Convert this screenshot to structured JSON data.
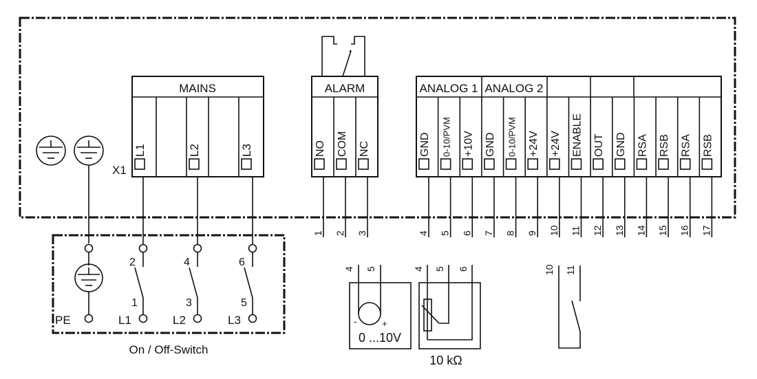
{
  "diagram": {
    "connector_label": "X1",
    "mains": {
      "title": "MAINS",
      "terminals": [
        "L1",
        "",
        "L2",
        "",
        "L3"
      ]
    },
    "alarm": {
      "title": "ALARM",
      "terminals": [
        "NO",
        "COM",
        "NC"
      ],
      "numbers": [
        "1",
        "2",
        "3"
      ]
    },
    "control": {
      "groups": [
        "ANALOG 1",
        "ANALOG 2",
        "",
        "",
        ""
      ],
      "terminals": [
        "GND",
        "0-10/PVM",
        "+10V",
        "GND",
        "0-10/PVM",
        "+24V",
        "+24V",
        "ENABLE",
        "OUT",
        "GND",
        "RSA",
        "RSB",
        "RSA",
        "RSB"
      ],
      "numbers": [
        "4",
        "5",
        "6",
        "7",
        "8",
        "9",
        "10",
        "11",
        "12",
        "13",
        "14",
        "15",
        "16",
        "17"
      ]
    },
    "switch": {
      "caption": "On / Off-Switch",
      "pe_label": "PE",
      "lines": [
        {
          "input": "L1",
          "bottom_pin": "1",
          "top_pin": "2"
        },
        {
          "input": "L2",
          "bottom_pin": "3",
          "top_pin": "4"
        },
        {
          "input": "L3",
          "bottom_pin": "5",
          "top_pin": "6"
        }
      ]
    },
    "voltage_source": {
      "pins": [
        "4",
        "5"
      ],
      "minus": "-",
      "plus": "+",
      "range": "0 ...10V"
    },
    "potentiometer": {
      "pins": [
        "4",
        "5",
        "6"
      ],
      "value": "10 kΩ"
    },
    "enable_switch": {
      "pins": [
        "10",
        "11"
      ]
    }
  }
}
